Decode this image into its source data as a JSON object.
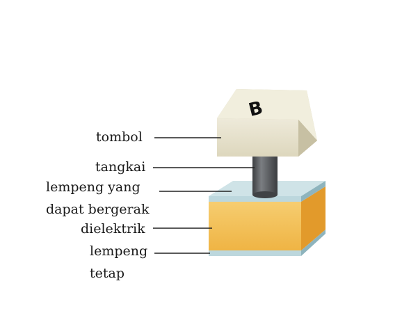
{
  "labels": {
    "button": "tombol",
    "stem": "tangkai",
    "movable_plate_line1": "lempeng yang",
    "movable_plate_line2": "dapat bergerak",
    "dielectric": "dielektrik",
    "fixed_plate_line1": "lempeng",
    "fixed_plate_line2": "tetap"
  },
  "key_letter": "B",
  "colors": {
    "keycap_top": "#f1eedd",
    "keycap_front": "#e7e2cb",
    "keycap_side": "#d3ccb2",
    "stem": "#4f5256",
    "plate": "#bcd7dd",
    "plate_side": "#8eb4bd",
    "dielectric_front": "#f3bd53",
    "dielectric_side": "#e29a2b",
    "leader_line": "#222222"
  }
}
